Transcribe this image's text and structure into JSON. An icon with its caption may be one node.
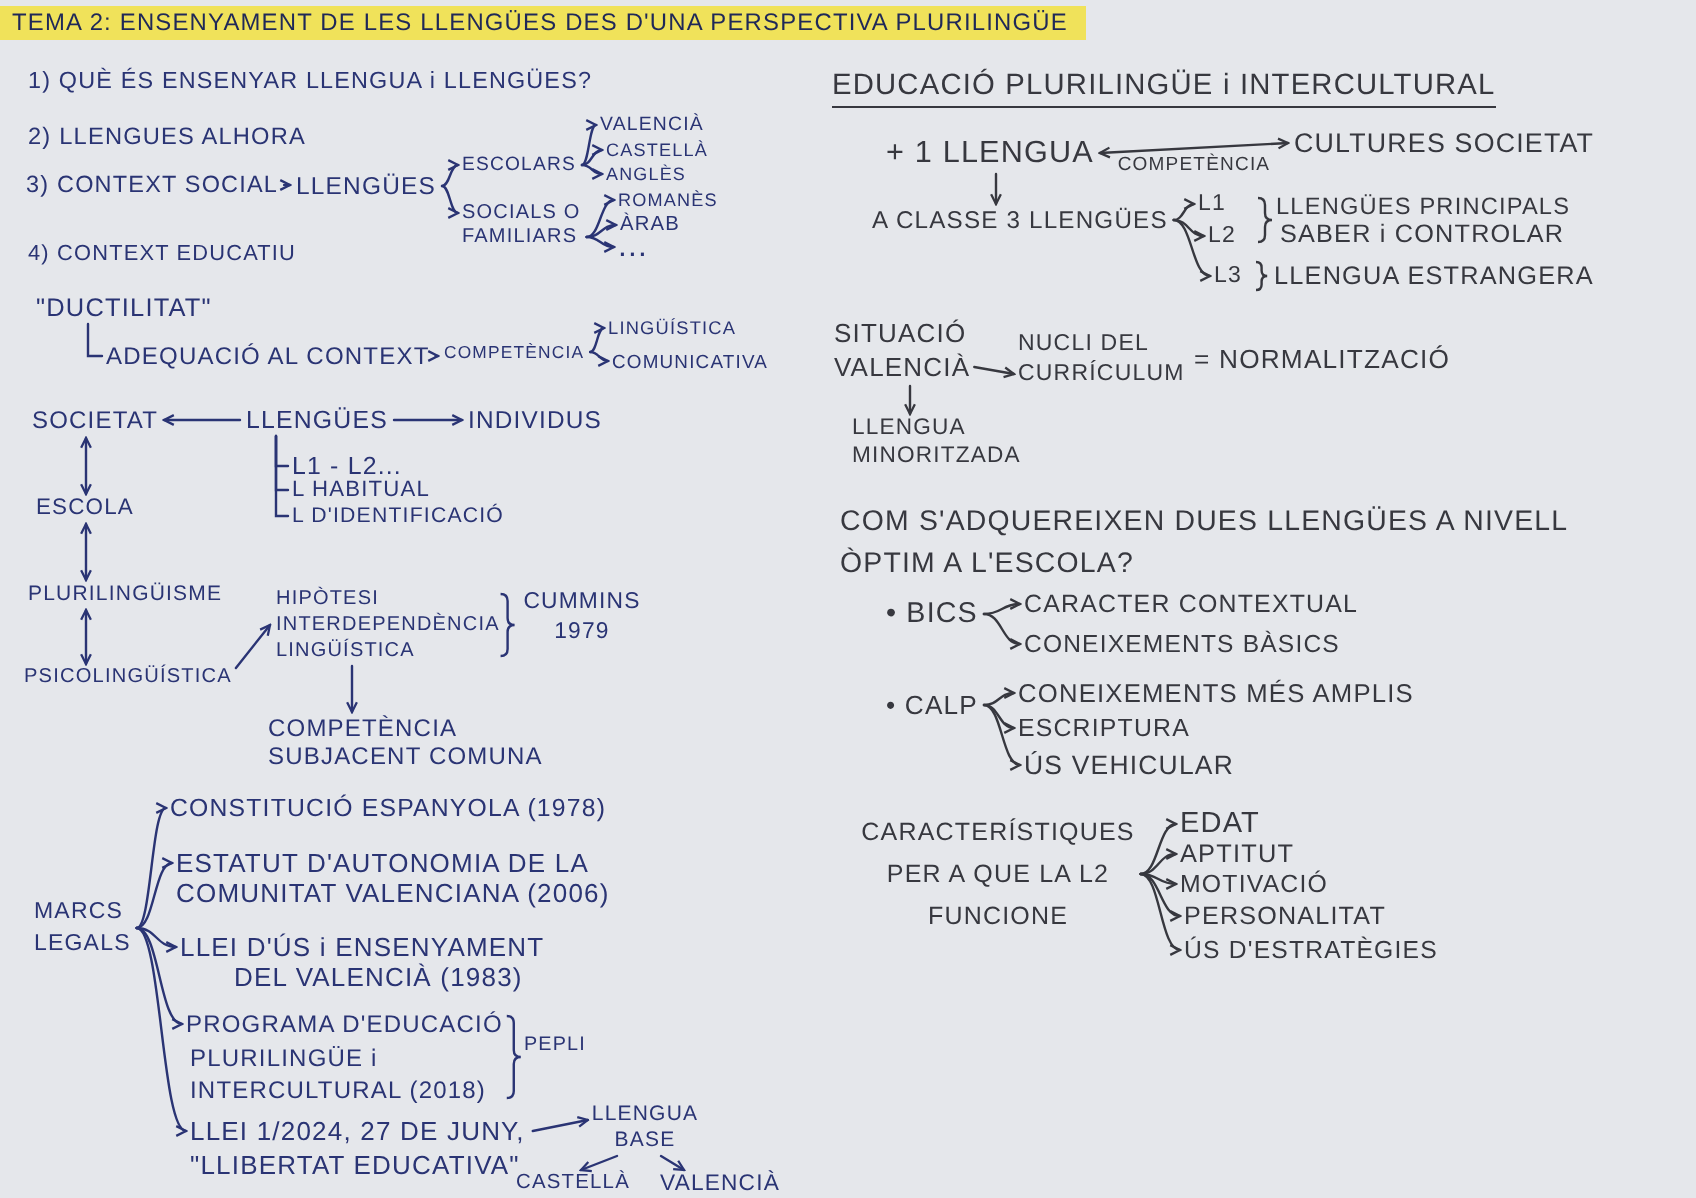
{
  "diagram": {
    "title": "TEMA 2: ENSENYAMENT DE LES LLENGÜES DES D'UNA PERSPECTIVA PLURILINGÜE",
    "nodes": [
      {
        "text": [
          "3) CONTEXT SOCIAL"
        ]
      },
      {
        "text": [
          "LLENGÜES"
        ]
      },
      {
        "text": [
          "ESCOLARS"
        ]
      },
      {
        "text": [
          "SOCIALS O FAMILIARS"
        ]
      },
      {
        "text": [
          "VALENCIÀ"
        ]
      },
      {
        "text": [
          "CASTELLÀ"
        ]
      },
      {
        "text": [
          "ANGLÈS"
        ]
      },
      {
        "text": [
          "ROMANÈS"
        ]
      },
      {
        "text": [
          "ÀRAB"
        ]
      },
      {
        "text": [
          "..."
        ]
      },
      {
        "text": [
          "\"DUCTILITAT\""
        ]
      },
      {
        "text": [
          "ADEQUACIÓ AL CONTEXT"
        ]
      },
      {
        "text": [
          "COMPETÈNCIA"
        ]
      },
      {
        "text": [
          "LINGÜÍSTICA"
        ]
      },
      {
        "text": [
          "COMUNICATIVA"
        ]
      },
      {
        "text": [
          "SOCIETAT"
        ]
      },
      {
        "text": [
          "LLENGÜES"
        ]
      },
      {
        "text": [
          "INDIVIDUS"
        ]
      },
      {
        "text": [
          "L1 - L2..."
        ]
      },
      {
        "text": [
          "L HABITUAL"
        ]
      },
      {
        "text": [
          "L D'IDENTIFICACIÓ"
        ]
      },
      {
        "text": [
          "ESCOLA"
        ]
      },
      {
        "text": [
          "PLURILINGÜISME"
        ]
      },
      {
        "text": [
          "PSICOLINGÜÍSTICA"
        ]
      },
      {
        "text": [
          "HIPÒTESI INTERDEPENDÈNCIA LINGÜÍSTICA"
        ]
      },
      {
        "text": [
          "COMPETÈNCIA SUBJACENT COMUNA"
        ]
      },
      {
        "text": [
          "MARCS LEGALS"
        ]
      },
      {
        "text": [
          "CONSTITUCIÓ ESPANYOLA (1978)"
        ]
      },
      {
        "text": [
          "ESTATUT D'AUTONOMIA DE LA COMUNITAT VALENCIANA (2006)"
        ]
      },
      {
        "text": [
          "LLEI D'ÚS i ENSENYAMENT DEL VALENCIÀ (1983)"
        ]
      },
      {
        "text": [
          "PROGRAMA D'EDUCACIÓ PLURILINGÜE i INTERCULTURAL (2018)"
        ]
      },
      {
        "text": [
          "LLEI 1/2024, 27 DE JUNY, \"LLIBERTAT EDUCATIVA\""
        ]
      },
      {
        "text": [
          "LLENGUA BASE"
        ]
      },
      {
        "text": [
          "CASTELLÀ"
        ]
      },
      {
        "text": [
          "VALENCIÀ"
        ]
      },
      {
        "text": [
          "+ 1 LLENGUA"
        ]
      },
      {
        "text": [
          "CULTURES SOCIETAT"
        ]
      },
      {
        "text": [
          "A CLASSE 3 LLENGÜES"
        ]
      },
      {
        "text": [
          "L1"
        ]
      },
      {
        "text": [
          "L2"
        ]
      },
      {
        "text": [
          "L3"
        ]
      },
      {
        "text": [
          "SITUACIÓ VALENCIÀ"
        ]
      },
      {
        "text": [
          "NUCLI DEL CURRÍCULUM"
        ]
      },
      {
        "text": [
          "LLENGUA MINORITZADA"
        ]
      },
      {
        "text": [
          "• BICS"
        ]
      },
      {
        "text": [
          "CARACTER CONTEXTUAL"
        ]
      },
      {
        "text": [
          "CONEIXEMENTS BÀSICS"
        ]
      },
      {
        "text": [
          "• CALP"
        ]
      },
      {
        "text": [
          "CONEIXEMENTS MÉS AMPLIS"
        ]
      },
      {
        "text": [
          "ESCRIPTURA"
        ]
      },
      {
        "text": [
          "ÚS VEHICULAR"
        ]
      },
      {
        "text": [
          "CARACTERÍSTIQUES PER A QUE LA L2 FUNCIONE"
        ]
      },
      {
        "text": [
          "EDAT"
        ]
      },
      {
        "text": [
          "APTITUT"
        ]
      },
      {
        "text": [
          "MOTIVACIÓ"
        ]
      },
      {
        "text": [
          "PERSONALITAT"
        ]
      },
      {
        "text": [
          "ÚS D'ESTRATÈGIES"
        ]
      }
    ],
    "edges": [
      {
        "from": 0,
        "to": 1,
        "arrow": "to"
      },
      {
        "from": 1,
        "to": 2,
        "arrow": "to"
      },
      {
        "from": 1,
        "to": 3,
        "arrow": "to"
      },
      {
        "from": 2,
        "to": 4,
        "arrow": "to"
      },
      {
        "from": 2,
        "to": 5,
        "arrow": "to"
      },
      {
        "from": 2,
        "to": 6,
        "arrow": "to"
      },
      {
        "from": 3,
        "to": 7,
        "arrow": "to"
      },
      {
        "from": 3,
        "to": 8,
        "arrow": "to"
      },
      {
        "from": 3,
        "to": 9,
        "arrow": "to"
      },
      {
        "from": 10,
        "to": 11,
        "arrow": "none"
      },
      {
        "from": 11,
        "to": 12,
        "arrow": "to"
      },
      {
        "from": 12,
        "to": 13,
        "arrow": "to"
      },
      {
        "from": 12,
        "to": 14,
        "arrow": "to"
      },
      {
        "from": 16,
        "to": 15,
        "arrow": "to"
      },
      {
        "from": 16,
        "to": 17,
        "arrow": "to"
      },
      {
        "from": 16,
        "to": 18,
        "arrow": "none"
      },
      {
        "from": 16,
        "to": 19,
        "arrow": "none"
      },
      {
        "from": 16,
        "to": 20,
        "arrow": "none"
      },
      {
        "from": 15,
        "to": 21,
        "arrow": "both"
      },
      {
        "from": 21,
        "to": 22,
        "arrow": "both"
      },
      {
        "from": 22,
        "to": 23,
        "arrow": "both"
      },
      {
        "from": 23,
        "to": 24,
        "arrow": "to"
      },
      {
        "from": 24,
        "to": 25,
        "arrow": "to"
      },
      {
        "from": 26,
        "to": 27,
        "arrow": "to"
      },
      {
        "from": 26,
        "to": 28,
        "arrow": "to"
      },
      {
        "from": 26,
        "to": 29,
        "arrow": "to"
      },
      {
        "from": 26,
        "to": 30,
        "arrow": "to"
      },
      {
        "from": 26,
        "to": 31,
        "arrow": "to"
      },
      {
        "from": 31,
        "to": 32,
        "arrow": "to"
      },
      {
        "from": 32,
        "to": 33,
        "arrow": "to"
      },
      {
        "from": 32,
        "to": 34,
        "arrow": "to"
      },
      {
        "from": 35,
        "to": 36,
        "arrow": "both",
        "label": "COMPETÈNCIA",
        "color": "#37383f"
      },
      {
        "from": 35,
        "to": 37,
        "arrow": "to",
        "color": "#37383f"
      },
      {
        "from": 37,
        "to": 38,
        "arrow": "to",
        "color": "#37383f"
      },
      {
        "from": 37,
        "to": 39,
        "arrow": "to",
        "color": "#37383f"
      },
      {
        "from": 37,
        "to": 40,
        "arrow": "to",
        "color": "#37383f"
      },
      {
        "from": 41,
        "to": 42,
        "arrow": "to",
        "color": "#37383f"
      },
      {
        "from": 41,
        "to": 43,
        "arrow": "to",
        "color": "#37383f"
      },
      {
        "from": 44,
        "to": 45,
        "arrow": "to",
        "color": "#37383f"
      },
      {
        "from": 44,
        "to": 46,
        "arrow": "to",
        "color": "#37383f"
      },
      {
        "from": 47,
        "to": 48,
        "arrow": "to",
        "color": "#37383f"
      },
      {
        "from": 47,
        "to": 49,
        "arrow": "to",
        "color": "#37383f"
      },
      {
        "from": 47,
        "to": 50,
        "arrow": "to",
        "color": "#37383f"
      },
      {
        "from": 51,
        "to": 52,
        "arrow": "to",
        "color": "#37383f"
      },
      {
        "from": 51,
        "to": 53,
        "arrow": "to",
        "color": "#37383f"
      },
      {
        "from": 51,
        "to": 54,
        "arrow": "to",
        "color": "#37383f"
      },
      {
        "from": 51,
        "to": 55,
        "arrow": "to",
        "color": "#37383f"
      },
      {
        "from": 51,
        "to": 56,
        "arrow": "to",
        "color": "#37383f"
      }
    ],
    "labels": [
      "1) QUÈ ÉS ENSENYAR LLENGUA i LLENGÜES?",
      "2) LLENGUES ALHORA",
      "4) CONTEXT EDUCATIU",
      "CUMMINS 1979",
      "PEPLI",
      "EDUCACIÓ PLURILINGÜE i INTERCULTURAL",
      "LLENGÜES PRINCIPALS",
      "SABER i CONTROLAR",
      "LLENGUA ESTRANGERA",
      "= NORMALITZACIÓ",
      "COM S'ADQUEREIXEN DUES LLENGÜES A NIVELL ÒPTIM A L'ESCOLA?"
    ]
  }
}
